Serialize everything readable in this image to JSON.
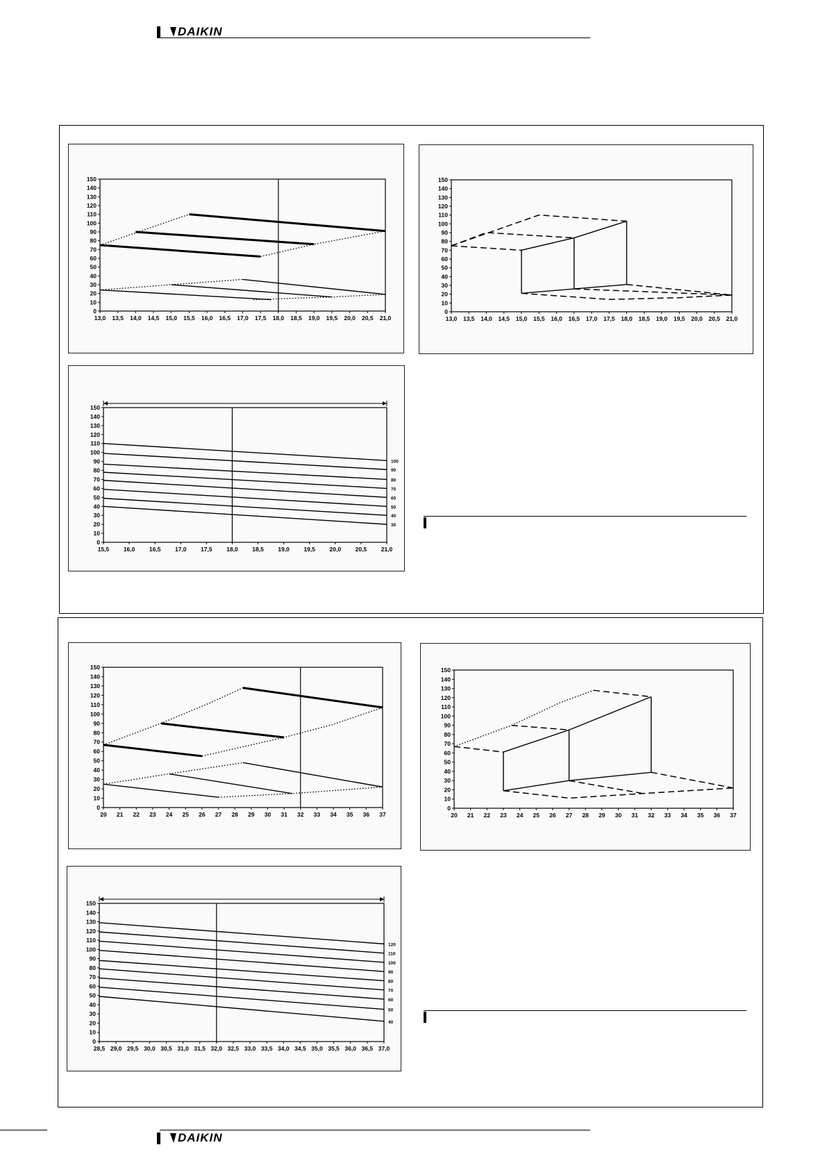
{
  "header": {
    "brand": "DAIKIN"
  },
  "footer": {
    "brand": "DAIKIN"
  },
  "colors": {
    "ink": "#000000",
    "panel": "#fafafa"
  },
  "chart_data": [
    {
      "type": "line",
      "x_ticks": [
        "13,0",
        "13,5",
        "14,0",
        "14,5",
        "15,0",
        "15,5",
        "16,0",
        "16,5",
        "17,0",
        "17,5",
        "18,0",
        "18,5",
        "19,0",
        "19,5",
        "20,0",
        "20,5",
        "21,0"
      ],
      "xlim": [
        13,
        21
      ],
      "ylim": [
        0,
        150
      ],
      "y_ticks": [
        "0",
        "10",
        "20",
        "30",
        "40",
        "50",
        "60",
        "70",
        "80",
        "90",
        "100",
        "110",
        "120",
        "130",
        "140",
        "150"
      ],
      "marker_x": 18.0,
      "series": [
        {
          "style": "solid-bold",
          "points": [
            [
              15.5,
              110
            ],
            [
              21,
              91
            ]
          ]
        },
        {
          "style": "solid-bold",
          "points": [
            [
              14.0,
              90
            ],
            [
              19.0,
              76
            ]
          ]
        },
        {
          "style": "solid-bold",
          "points": [
            [
              13.0,
              75
            ],
            [
              17.5,
              62
            ]
          ]
        },
        {
          "style": "solid",
          "points": [
            [
              17.0,
              36
            ],
            [
              21,
              19
            ]
          ]
        },
        {
          "style": "solid",
          "points": [
            [
              15.0,
              30
            ],
            [
              19.5,
              16
            ]
          ]
        },
        {
          "style": "solid",
          "points": [
            [
              13.0,
              24
            ],
            [
              17.8,
              13
            ]
          ]
        },
        {
          "style": "dotted",
          "points": [
            [
              13.0,
              75
            ],
            [
              15.5,
              110
            ]
          ]
        },
        {
          "style": "dotted",
          "points": [
            [
              17.5,
              62
            ],
            [
              19.0,
              76
            ],
            [
              21,
              91
            ]
          ]
        },
        {
          "style": "dotted",
          "points": [
            [
              13.0,
              24
            ],
            [
              17.0,
              36
            ]
          ]
        },
        {
          "style": "dotted",
          "points": [
            [
              17.3,
              13
            ],
            [
              19.5,
              16
            ],
            [
              21,
              19
            ]
          ]
        }
      ]
    },
    {
      "type": "line",
      "x_ticks": [
        "13,0",
        "13,5",
        "14,0",
        "14,5",
        "15,0",
        "15,5",
        "16,0",
        "16,5",
        "17,0",
        "17,5",
        "18,0",
        "18,5",
        "19,0",
        "19,5",
        "20,0",
        "20,5",
        "21,0"
      ],
      "xlim": [
        13,
        21
      ],
      "ylim": [
        0,
        150
      ],
      "y_ticks": [
        "0",
        "10",
        "20",
        "30",
        "40",
        "50",
        "60",
        "70",
        "80",
        "90",
        "100",
        "110",
        "120",
        "130",
        "140",
        "150"
      ],
      "series": [
        {
          "style": "dashed",
          "points": [
            [
              13,
              75
            ],
            [
              15.0,
              70
            ]
          ]
        },
        {
          "style": "dashed",
          "points": [
            [
              13,
              75
            ],
            [
              14.0,
              90
            ],
            [
              16.5,
              84
            ]
          ]
        },
        {
          "style": "dashed",
          "points": [
            [
              13,
              75
            ],
            [
              15.5,
              110
            ],
            [
              18.0,
              103
            ]
          ]
        },
        {
          "style": "dashed",
          "points": [
            [
              15.0,
              21
            ],
            [
              17.5,
              14
            ],
            [
              19.5,
              16
            ],
            [
              21,
              19
            ]
          ]
        },
        {
          "style": "dashed",
          "points": [
            [
              16.5,
              26
            ],
            [
              21,
              19
            ]
          ]
        },
        {
          "style": "dashed",
          "points": [
            [
              18.0,
              31
            ],
            [
              21,
              19
            ]
          ]
        },
        {
          "style": "solid",
          "points": [
            [
              15.0,
              70
            ],
            [
              16.5,
              84
            ],
            [
              18.0,
              103
            ]
          ]
        },
        {
          "style": "solid",
          "points": [
            [
              15.0,
              21
            ],
            [
              16.5,
              26
            ],
            [
              18.0,
              31
            ]
          ]
        },
        {
          "style": "solid",
          "points": [
            [
              15.0,
              70
            ],
            [
              15.0,
              21
            ]
          ]
        },
        {
          "style": "solid",
          "points": [
            [
              16.5,
              84
            ],
            [
              16.5,
              26
            ]
          ]
        },
        {
          "style": "solid",
          "points": [
            [
              18.0,
              103
            ],
            [
              18.0,
              31
            ]
          ]
        }
      ]
    },
    {
      "type": "line",
      "x_ticks": [
        "15,5",
        "16,0",
        "16,5",
        "17,0",
        "17,5",
        "18,0",
        "18,5",
        "19,0",
        "19,5",
        "20,0",
        "20,5",
        "21,0"
      ],
      "xlim": [
        15.5,
        21
      ],
      "ylim": [
        0,
        150
      ],
      "y_ticks": [
        "0",
        "10",
        "20",
        "30",
        "40",
        "50",
        "60",
        "70",
        "80",
        "90",
        "100",
        "110",
        "120",
        "130",
        "140",
        "150"
      ],
      "marker_x": 18.0,
      "series": [
        {
          "name": "100",
          "points": [
            [
              15.5,
              110
            ],
            [
              21,
              91
            ]
          ]
        },
        {
          "name": "90",
          "points": [
            [
              15.5,
              99
            ],
            [
              21,
              81
            ]
          ]
        },
        {
          "name": "80",
          "points": [
            [
              15.5,
              87
            ],
            [
              21,
              70
            ]
          ]
        },
        {
          "name": "70",
          "points": [
            [
              15.5,
              78
            ],
            [
              21,
              60
            ]
          ]
        },
        {
          "name": "60",
          "points": [
            [
              15.5,
              69
            ],
            [
              21,
              50
            ]
          ]
        },
        {
          "name": "50",
          "points": [
            [
              15.5,
              59
            ],
            [
              21,
              40
            ]
          ]
        },
        {
          "name": "40",
          "points": [
            [
              15.5,
              49
            ],
            [
              21,
              30
            ]
          ]
        },
        {
          "name": "30",
          "points": [
            [
              15.5,
              40
            ],
            [
              21,
              20
            ]
          ]
        }
      ]
    },
    {
      "type": "line",
      "x_ticks": [
        "20",
        "21",
        "22",
        "23",
        "24",
        "25",
        "26",
        "27",
        "28",
        "29",
        "30",
        "31",
        "32",
        "33",
        "34",
        "35",
        "36",
        "37"
      ],
      "xlim": [
        20,
        37
      ],
      "ylim": [
        0,
        150
      ],
      "y_ticks": [
        "0",
        "10",
        "20",
        "30",
        "40",
        "50",
        "60",
        "70",
        "80",
        "90",
        "100",
        "110",
        "120",
        "130",
        "140",
        "150"
      ],
      "marker_x": 32,
      "series": [
        {
          "style": "solid-bold",
          "points": [
            [
              28.5,
              128
            ],
            [
              37,
              107
            ]
          ]
        },
        {
          "style": "solid-bold",
          "points": [
            [
              23.5,
              90
            ],
            [
              31.0,
              75
            ]
          ]
        },
        {
          "style": "solid-bold",
          "points": [
            [
              20,
              67
            ],
            [
              26.0,
              55
            ]
          ]
        },
        {
          "style": "solid",
          "points": [
            [
              28.5,
              48
            ],
            [
              37,
              22
            ]
          ]
        },
        {
          "style": "solid",
          "points": [
            [
              24.0,
              36
            ],
            [
              31.5,
              15
            ]
          ]
        },
        {
          "style": "solid",
          "points": [
            [
              20,
              25
            ],
            [
              27.0,
              11
            ]
          ]
        },
        {
          "style": "dotted",
          "points": [
            [
              20,
              67
            ],
            [
              23.5,
              90
            ],
            [
              26.5,
              112
            ],
            [
              28.5,
              128
            ]
          ]
        },
        {
          "style": "dotted",
          "points": [
            [
              26.0,
              55
            ],
            [
              31.0,
              75
            ],
            [
              34.0,
              89
            ],
            [
              37,
              107
            ]
          ]
        },
        {
          "style": "dotted",
          "points": [
            [
              20,
              25
            ],
            [
              24.0,
              36
            ],
            [
              28.5,
              48
            ]
          ]
        },
        {
          "style": "dotted",
          "points": [
            [
              27.0,
              11
            ],
            [
              31.5,
              15
            ],
            [
              37,
              22
            ]
          ]
        }
      ]
    },
    {
      "type": "line",
      "x_ticks": [
        "20",
        "21",
        "22",
        "23",
        "24",
        "25",
        "26",
        "27",
        "28",
        "29",
        "30",
        "31",
        "32",
        "33",
        "34",
        "35",
        "36",
        "37"
      ],
      "xlim": [
        20,
        37
      ],
      "ylim": [
        0,
        150
      ],
      "y_ticks": [
        "0",
        "10",
        "20",
        "30",
        "40",
        "50",
        "60",
        "70",
        "80",
        "90",
        "100",
        "110",
        "120",
        "130",
        "140",
        "150"
      ],
      "series": [
        {
          "style": "dashed",
          "points": [
            [
              20,
              67
            ],
            [
              23,
              61
            ]
          ]
        },
        {
          "style": "dashed",
          "points": [
            [
              23.5,
              90
            ],
            [
              27,
              85
            ]
          ]
        },
        {
          "style": "dotted",
          "points": [
            [
              20,
              67
            ],
            [
              23.5,
              90
            ],
            [
              26.5,
              115
            ],
            [
              28.5,
              128
            ]
          ]
        },
        {
          "style": "dashed",
          "points": [
            [
              28.5,
              128
            ],
            [
              32,
              121
            ]
          ]
        },
        {
          "style": "dashed",
          "points": [
            [
              23,
              19
            ],
            [
              27,
              11
            ],
            [
              31.5,
              16
            ],
            [
              37,
              22
            ]
          ]
        },
        {
          "style": "dashed",
          "points": [
            [
              27,
              30
            ],
            [
              31.5,
              16
            ]
          ]
        },
        {
          "style": "dashed",
          "points": [
            [
              32,
              39
            ],
            [
              37,
              22
            ]
          ]
        },
        {
          "style": "solid",
          "points": [
            [
              23,
              61
            ],
            [
              27,
              85
            ],
            [
              32,
              121
            ]
          ]
        },
        {
          "style": "solid",
          "points": [
            [
              23,
              19
            ],
            [
              27,
              30
            ],
            [
              32,
              39
            ]
          ]
        },
        {
          "style": "solid",
          "points": [
            [
              23,
              61
            ],
            [
              23,
              19
            ]
          ]
        },
        {
          "style": "solid",
          "points": [
            [
              27,
              85
            ],
            [
              27,
              30
            ]
          ]
        },
        {
          "style": "solid",
          "points": [
            [
              32,
              121
            ],
            [
              32,
              39
            ]
          ]
        }
      ]
    },
    {
      "type": "line",
      "x_ticks": [
        "28,5",
        "29,0",
        "29,5",
        "30,0",
        "30,5",
        "31,0",
        "31,5",
        "32,0",
        "32,5",
        "33,0",
        "33,5",
        "34,0",
        "34,5",
        "35,0",
        "35,5",
        "36,0",
        "36,5",
        "37,0"
      ],
      "xlim": [
        28.5,
        37
      ],
      "ylim": [
        0,
        150
      ],
      "y_ticks": [
        "0",
        "10",
        "20",
        "30",
        "40",
        "50",
        "60",
        "70",
        "80",
        "90",
        "100",
        "110",
        "120",
        "130",
        "140",
        "150"
      ],
      "marker_x": 32.0,
      "series": [
        {
          "name": "120",
          "points": [
            [
              28.5,
              129
            ],
            [
              37,
              106
            ]
          ]
        },
        {
          "name": "110",
          "points": [
            [
              28.5,
              119
            ],
            [
              37,
              96
            ]
          ]
        },
        {
          "name": "100",
          "points": [
            [
              28.5,
              109
            ],
            [
              37,
              86
            ]
          ]
        },
        {
          "name": "90",
          "points": [
            [
              28.5,
              99
            ],
            [
              37,
              76
            ]
          ]
        },
        {
          "name": "80",
          "points": [
            [
              28.5,
              88
            ],
            [
              37,
              66
            ]
          ]
        },
        {
          "name": "70",
          "points": [
            [
              28.5,
              79
            ],
            [
              37,
              56
            ]
          ]
        },
        {
          "name": "60",
          "points": [
            [
              28.5,
              69
            ],
            [
              37,
              46
            ]
          ]
        },
        {
          "name": "50",
          "points": [
            [
              28.5,
              59
            ],
            [
              37,
              35
            ]
          ]
        },
        {
          "name": "40",
          "points": [
            [
              28.5,
              49
            ],
            [
              37,
              22
            ]
          ]
        }
      ]
    }
  ]
}
